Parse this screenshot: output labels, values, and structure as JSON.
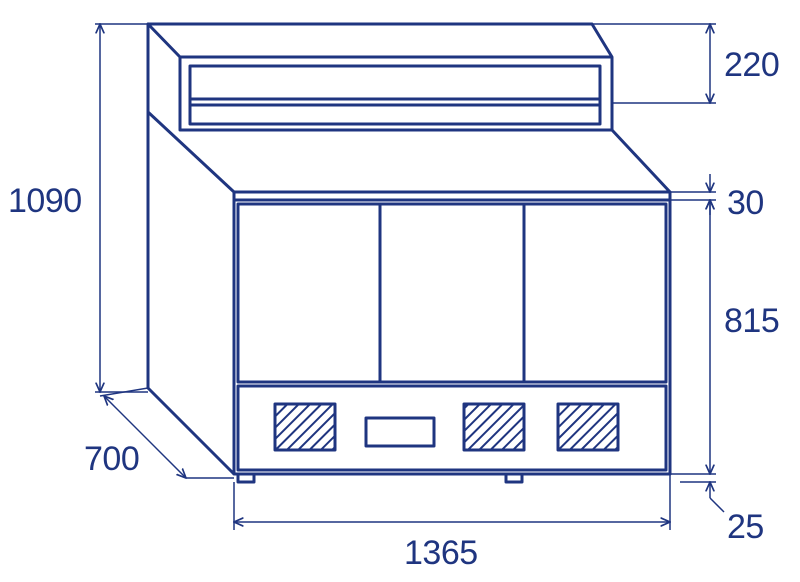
{
  "colors": {
    "line": "#1f3580",
    "background": "#ffffff"
  },
  "dimensions": {
    "total_height": "1090",
    "display_height": "220",
    "top_thickness": "30",
    "cabinet_height": "815",
    "feet_height": "25",
    "width": "1365",
    "depth": "700"
  }
}
